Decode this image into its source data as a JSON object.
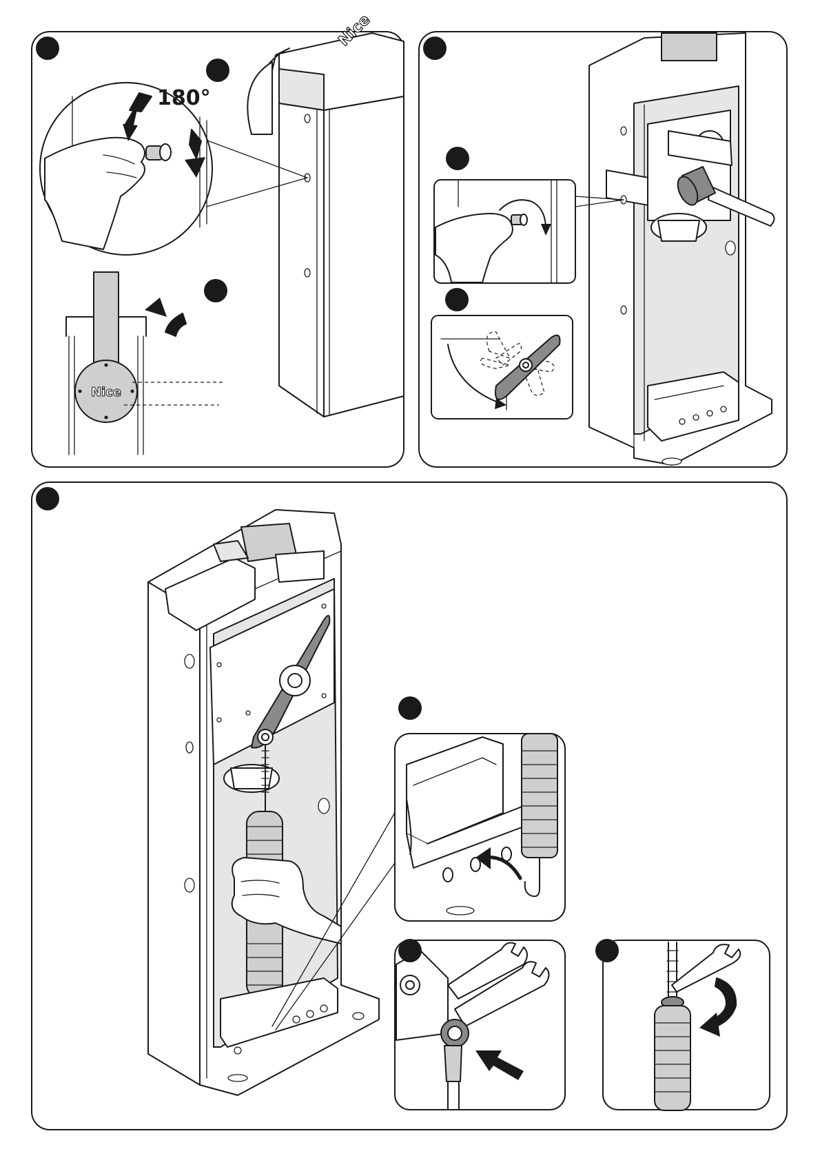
{
  "panels": {
    "panel_1": {
      "step_marker": "",
      "sub_markers": [
        "",
        ""
      ]
    },
    "panel_2": {
      "step_marker": "",
      "sub_markers": [
        "",
        ""
      ]
    },
    "panel_3": {
      "step_marker": "",
      "sub_markers": [
        "",
        "",
        ""
      ]
    }
  },
  "labels": {
    "rotation_angle": "180°",
    "brand_logo": "Nice",
    "brand_logo_top": "Nice"
  },
  "colors": {
    "line": "#1a1a1a",
    "marker": "#1a1a1a",
    "part_fill": "#cfcfcf",
    "background": "#ffffff"
  },
  "icons": [
    "hand-turning-key-icon",
    "rotation-arrow-icon",
    "barrier-cabinet-icon",
    "mallet-icon",
    "balancing-lever-icon",
    "spring-icon",
    "spanner-icon",
    "push-arrow-icon",
    "hook-into-hole-arrow-icon"
  ]
}
